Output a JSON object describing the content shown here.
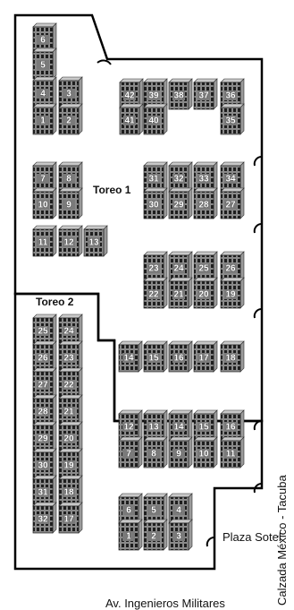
{
  "labels": {
    "toreo1": "Toreo 1",
    "toreo2": "Toreo 2",
    "calzada": "Calzada México - Tacuba",
    "plaza": "Plaza Sotel",
    "avenida": "Av. Ingenieros Militares"
  },
  "colors": {
    "building_face": "#7a7a7a",
    "building_side": "#9a9a9a",
    "building_top": "#c8c8c8",
    "window": "#1e1e1e",
    "outline": "#000000"
  },
  "toreo1_buildings": [
    "6",
    "5",
    "4",
    "3",
    "1",
    "2",
    "42",
    "39",
    "38",
    "37",
    "36",
    "41",
    "40",
    "35",
    "7",
    "8",
    "10",
    "9",
    "31",
    "32",
    "33",
    "34",
    "30",
    "29",
    "28",
    "27",
    "11",
    "12",
    "13",
    "23",
    "24",
    "25",
    "26",
    "22",
    "21",
    "20",
    "19",
    "14",
    "15",
    "16",
    "17",
    "18"
  ],
  "toreo2_buildings": [
    "25",
    "24",
    "26",
    "23",
    "27",
    "22",
    "28",
    "21",
    "29",
    "20",
    "30",
    "19",
    "31",
    "18",
    "32",
    "17",
    "12",
    "13",
    "14",
    "15",
    "16",
    "7",
    "8",
    "9",
    "10",
    "11",
    "6",
    "5",
    "4",
    "1",
    "2",
    "3"
  ]
}
